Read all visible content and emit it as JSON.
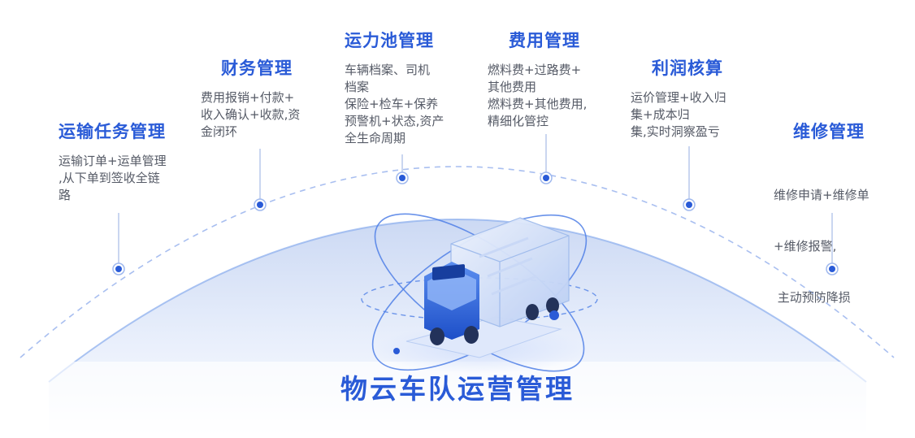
{
  "main_title": "物云车队运营管理",
  "colors": {
    "accent": "#2a5bd7",
    "text": "#555a66",
    "dome_top": "#c9d7f3",
    "dome_bottom": "#ffffff",
    "dash": "#a9bff0"
  },
  "modules": [
    {
      "id": "transport",
      "title": "运输任务管理",
      "desc": [
        "运输订单+运单管理",
        ",从下单到签收全链",
        "路"
      ]
    },
    {
      "id": "finance",
      "title": "财务管理",
      "desc": [
        "费用报销+付款+",
        "收入确认+收款,资",
        "金闭环"
      ]
    },
    {
      "id": "capacity",
      "title": "运力池管理",
      "desc": [
        "车辆档案、司机",
        "档案",
        "保险+检车+保养",
        "预警机+状态,资产",
        "全生命周期"
      ]
    },
    {
      "id": "cost",
      "title": "费用管理",
      "desc": [
        "燃料费+过路费+",
        "其他费用",
        "燃料费+其他费用,",
        "精细化管控"
      ]
    },
    {
      "id": "profit",
      "title": "利润核算",
      "desc": [
        "运价管理+收入归",
        "集+成本归",
        "集,实时洞察盈亏"
      ]
    },
    {
      "id": "maintenance",
      "title": "维修管理",
      "desc": [
        "维修申请+维修单",
        "+维修报警,",
        " 主动预防降损"
      ]
    }
  ],
  "icons": {
    "center": "truck-icon",
    "markers": "node-dot-icon"
  }
}
